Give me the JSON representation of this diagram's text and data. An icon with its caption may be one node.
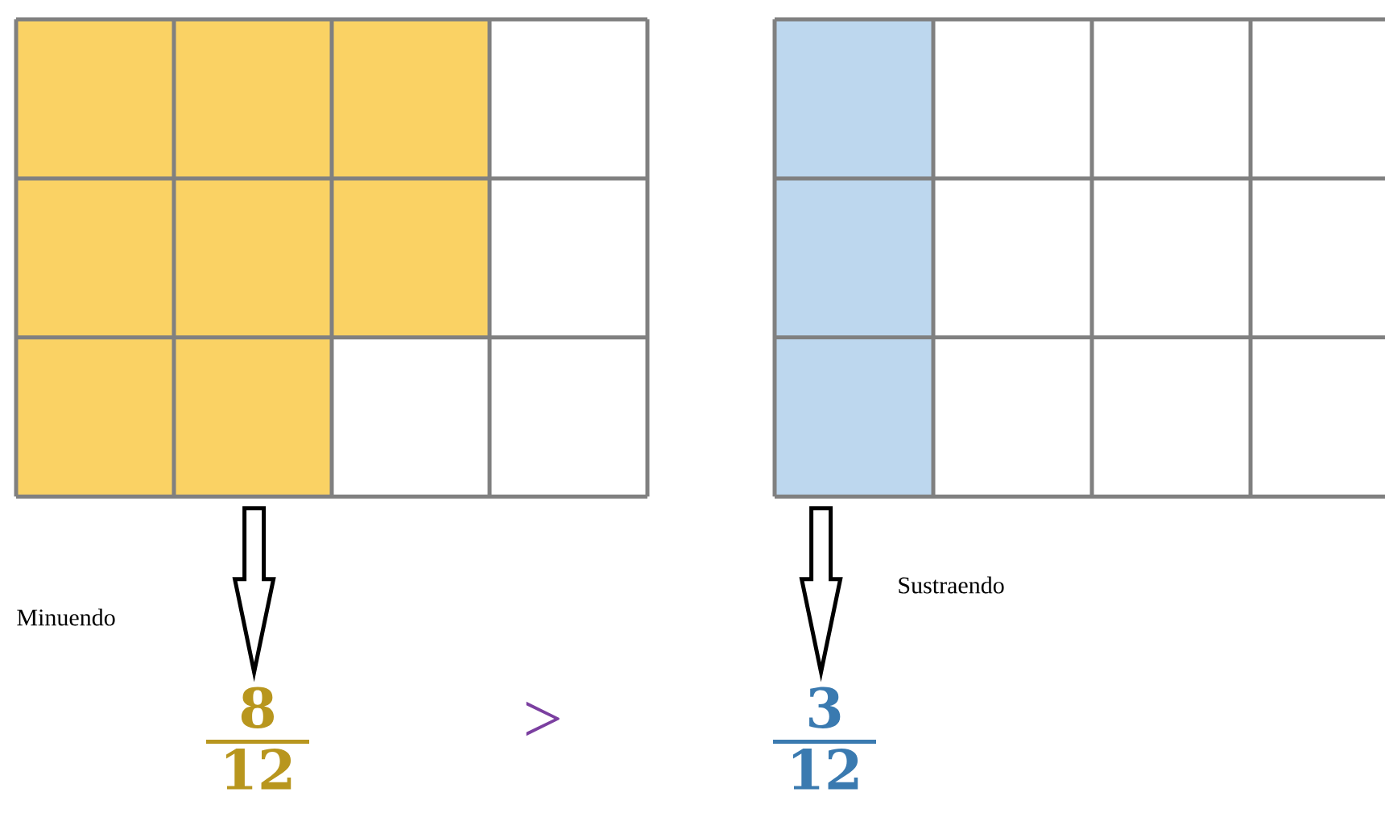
{
  "diagram": {
    "nodes": [
      {
        "text": [],
        "shape": "grid"
      },
      {
        "text": [
          "8",
          "12"
        ]
      },
      {
        "text": [],
        "shape": "grid"
      },
      {
        "text": [
          "3",
          "12"
        ]
      }
    ],
    "edges": [
      {
        "from": 0,
        "to": 1,
        "arrow": "to"
      },
      {
        "from": 2,
        "to": 3,
        "arrow": "to"
      }
    ],
    "labels": [
      "Minuendo",
      "Sustraendo",
      ">"
    ]
  }
}
